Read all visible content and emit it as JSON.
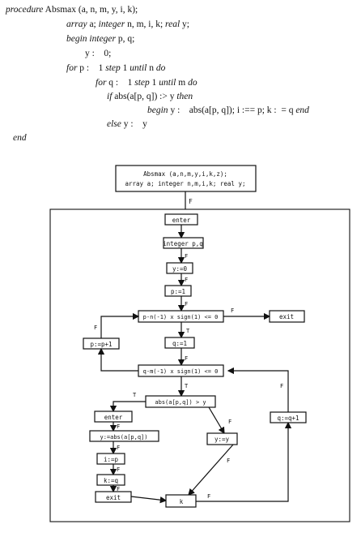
{
  "code": {
    "l1_kw": "procedure",
    "l1_text": " Absmax (a, n, m, y, i, k);",
    "l2_kw": "array",
    "l2_text": " a; ",
    "l2_kw2": "integer",
    "l2_text2": " n, m, i, k; ",
    "l2_kw3": "real",
    "l2_text3": " y;",
    "l3_kw": "begin integer",
    "l3_text": " p, q;",
    "l4_text": "y :    0;",
    "l5_kw": "for",
    "l5_text": " p :    1 ",
    "l5_kw2": "step",
    "l5_text2": " 1 ",
    "l5_kw3": "until",
    "l5_text3": " n ",
    "l5_kw4": "do",
    "l6_kw": "for",
    "l6_text": " q :    1 ",
    "l6_kw2": "step",
    "l6_text2": " 1 ",
    "l6_kw3": "until",
    "l6_text3": " m ",
    "l6_kw4": "do",
    "l7_kw": "if",
    "l7_text": " abs(a[p, q]) :> y ",
    "l7_kw2": "then",
    "l8_kw": "begin",
    "l8_text": " y :    abs(a[p, q]); i :== p; k :  = q ",
    "l8_kw2": "end",
    "l9_kw": "else",
    "l9_text": " y :    y",
    "l10_kw": "end"
  },
  "flowchart": {
    "header_line1": "Absmax (a,n,m,y,i,k,z);",
    "header_line2": "array a; integer n,m,i,k; real y;",
    "enter": "enter",
    "integer": "integer p,q",
    "y0": "y:=0",
    "p1": "p:=1",
    "p_test": "p-n(-1) x sign(1) <= 0",
    "exit_right": "exit",
    "p_incr": "p:=p+1",
    "q1": "q:=1",
    "q_test": "q-m(-1) x sign(1) <= 0",
    "cmp": "abs(a[p,q]) > y",
    "enter2": "enter",
    "y_abs": "y:=abs(a[p,q])",
    "i_p": "i:=p",
    "k_q": "k:=q",
    "exit2": "exit",
    "y_y": "y:=y",
    "junction": "k",
    "q_incr": "q:=q+1",
    "lbl_F": "F",
    "lbl_T": "T"
  }
}
